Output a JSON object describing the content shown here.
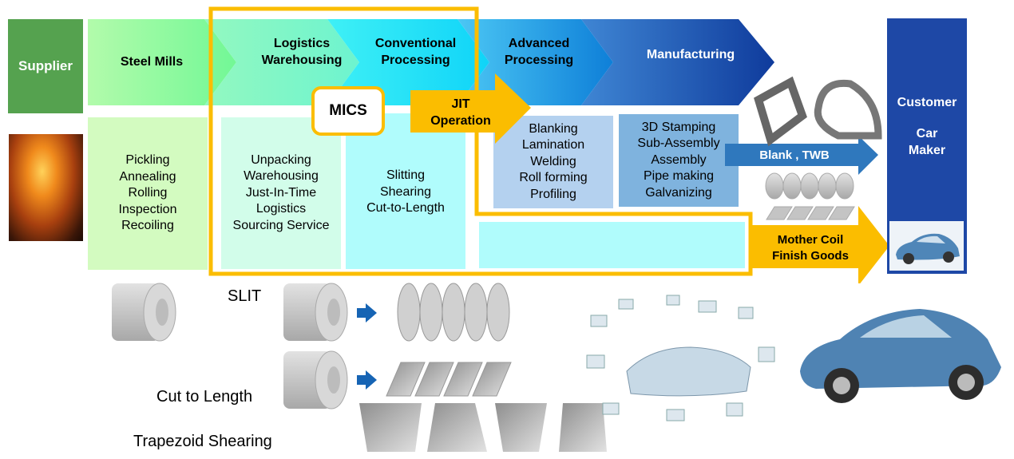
{
  "header": {
    "supplier": "Supplier",
    "stages": [
      {
        "name": "Steel Mills"
      },
      {
        "name_line1": "Logistics",
        "name_line2": "Warehousing"
      },
      {
        "name_line1": "Conventional",
        "name_line2": "Processing"
      },
      {
        "name_line1": "Advanced",
        "name_line2": "Processing"
      },
      {
        "name": "Manufacturing"
      }
    ],
    "customer": {
      "line1": "Customer",
      "line2": "Car",
      "line3": "Maker"
    }
  },
  "mics_label": "MICS",
  "jit": {
    "line1": "JIT",
    "line2": "Operation"
  },
  "boxes": {
    "steel_mills": [
      "Pickling",
      "Annealing",
      "Rolling",
      "Inspection",
      "Recoiling"
    ],
    "logistics": [
      "Unpacking",
      "Warehousing",
      "Just-In-Time",
      "Logistics",
      "Sourcing Service"
    ],
    "conventional": [
      "Slitting",
      "Shearing",
      "Cut-to-Length"
    ],
    "advanced": [
      "Blanking",
      "Lamination",
      "Welding",
      "Roll forming",
      "Profiling"
    ],
    "manufacturing": [
      "3D Stamping",
      "Sub-Assembly",
      "Assembly",
      "Pipe making",
      "Galvanizing"
    ]
  },
  "arrows": {
    "blank_twb": "Blank , TWB",
    "mother_coil": {
      "line1": "Mother Coil",
      "line2": "Finish Goods"
    }
  },
  "process_labels": {
    "slit": "SLIT",
    "cut_to_length": "Cut to Length",
    "trapezoid": "Trapezoid Shearing"
  },
  "colors": {
    "supplier_green": "#55a24f",
    "mics_yellow": "#fbbd00",
    "customer_blue": "#1e48a6",
    "blank_arrow_blue": "#2f78bd"
  }
}
